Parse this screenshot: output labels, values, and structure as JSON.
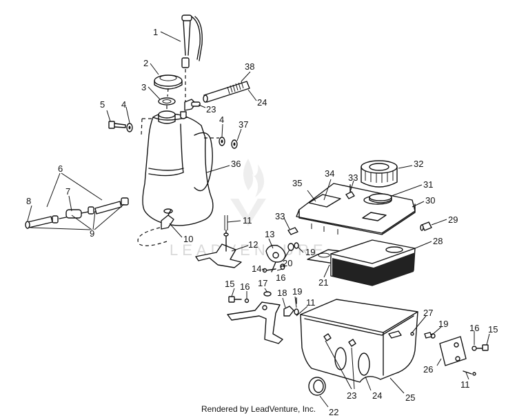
{
  "callouts": [
    {
      "id": "1",
      "text": "1"
    },
    {
      "id": "2",
      "text": "2"
    },
    {
      "id": "3",
      "text": "3"
    },
    {
      "id": "4a",
      "text": "4"
    },
    {
      "id": "5",
      "text": "5"
    },
    {
      "id": "38",
      "text": "38"
    },
    {
      "id": "24a",
      "text": "24"
    },
    {
      "id": "23a",
      "text": "23"
    },
    {
      "id": "4b",
      "text": "4"
    },
    {
      "id": "37",
      "text": "37"
    },
    {
      "id": "36",
      "text": "36"
    },
    {
      "id": "6",
      "text": "6"
    },
    {
      "id": "7",
      "text": "7"
    },
    {
      "id": "8",
      "text": "8"
    },
    {
      "id": "9",
      "text": "9"
    },
    {
      "id": "10",
      "text": "10"
    },
    {
      "id": "11a",
      "text": "11"
    },
    {
      "id": "12",
      "text": "12"
    },
    {
      "id": "13",
      "text": "13"
    },
    {
      "id": "14",
      "text": "14"
    },
    {
      "id": "16a",
      "text": "16"
    },
    {
      "id": "20",
      "text": "20"
    },
    {
      "id": "19a",
      "text": "19"
    },
    {
      "id": "33a",
      "text": "33"
    },
    {
      "id": "34",
      "text": "34"
    },
    {
      "id": "33b",
      "text": "33"
    },
    {
      "id": "35",
      "text": "35"
    },
    {
      "id": "32",
      "text": "32"
    },
    {
      "id": "31",
      "text": "31"
    },
    {
      "id": "30",
      "text": "30"
    },
    {
      "id": "29",
      "text": "29"
    },
    {
      "id": "28",
      "text": "28"
    },
    {
      "id": "21",
      "text": "21"
    },
    {
      "id": "15a",
      "text": "15"
    },
    {
      "id": "16b",
      "text": "16"
    },
    {
      "id": "17",
      "text": "17"
    },
    {
      "id": "18",
      "text": "18"
    },
    {
      "id": "19b",
      "text": "19"
    },
    {
      "id": "11b",
      "text": "11"
    },
    {
      "id": "27",
      "text": "27"
    },
    {
      "id": "19c",
      "text": "19"
    },
    {
      "id": "16c",
      "text": "16"
    },
    {
      "id": "15b",
      "text": "15"
    },
    {
      "id": "26",
      "text": "26"
    },
    {
      "id": "11c",
      "text": "11"
    },
    {
      "id": "23b",
      "text": "23"
    },
    {
      "id": "24b",
      "text": "24"
    },
    {
      "id": "25",
      "text": "25"
    },
    {
      "id": "22",
      "text": "22"
    }
  ],
  "watermark": "LEADVENTURE",
  "caption": "Rendered by LeadVenture, Inc."
}
